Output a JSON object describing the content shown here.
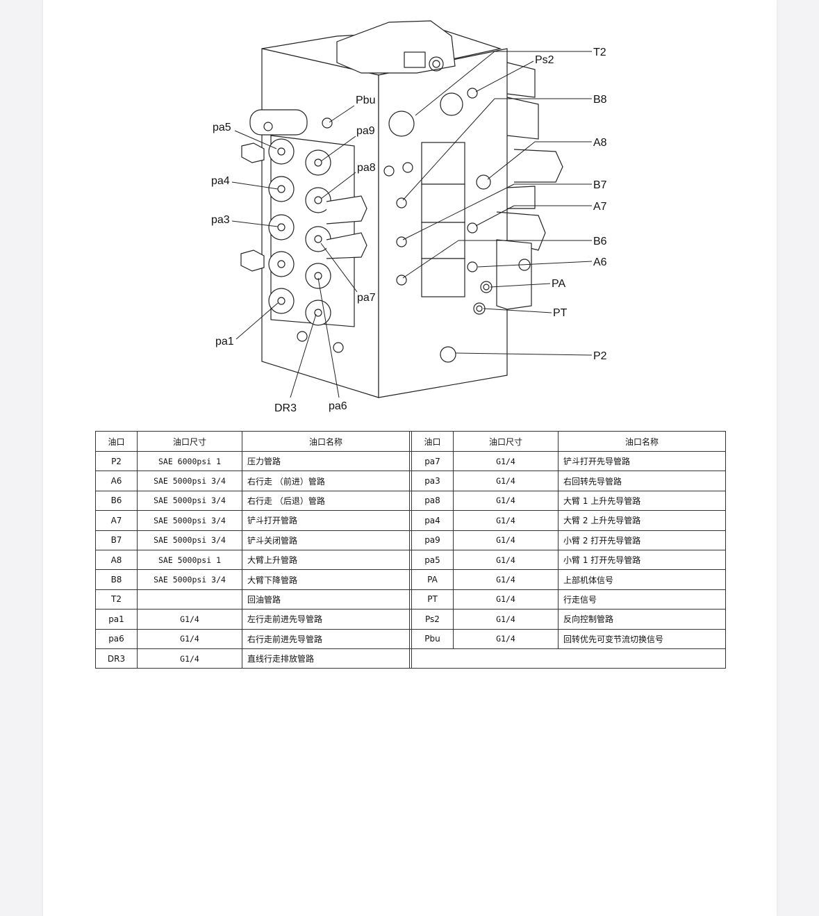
{
  "diagram": {
    "labels": {
      "T2": "T2",
      "Ps2": "Ps2",
      "B8": "B8",
      "A8": "A8",
      "B7": "B7",
      "A7": "A7",
      "B6": "B6",
      "A6": "A6",
      "PA": "PA",
      "PT": "PT",
      "P2": "P2",
      "Pbu": "Pbu",
      "pa5": "pa5",
      "pa9": "pa9",
      "pa8": "pa8",
      "pa4": "pa4",
      "pa3": "pa3",
      "pa7": "pa7",
      "pa1": "pa1",
      "DR3": "DR3",
      "pa6": "pa6"
    }
  },
  "table": {
    "headers": {
      "port": "油口",
      "size": "油口尺寸",
      "name": "油口名称"
    },
    "left": [
      {
        "port": "P2",
        "size": "SAE 6000psi  1",
        "name": "压力管路"
      },
      {
        "port": "A6",
        "size": "SAE 5000psi  3/4",
        "name": "右行走 （前进）管路"
      },
      {
        "port": "B6",
        "size": "SAE 5000psi  3/4",
        "name": "右行走 （后退）管路"
      },
      {
        "port": "A7",
        "size": "SAE 5000psi  3/4",
        "name": "铲斗打开管路"
      },
      {
        "port": "B7",
        "size": "SAE 5000psi  3/4",
        "name": "铲斗关闭管路"
      },
      {
        "port": "A8",
        "size": "SAE 5000psi  1",
        "name": "大臂上升管路"
      },
      {
        "port": "B8",
        "size": "SAE 5000psi  3/4",
        "name": "大臂下降管路"
      },
      {
        "port": "T2",
        "size": "",
        "name": "回油管路"
      },
      {
        "port": "pa1",
        "size": "G1/4",
        "name": "左行走前进先导管路"
      },
      {
        "port": "pa6",
        "size": "G1/4",
        "name": "右行走前进先导管路"
      },
      {
        "port": "DR3",
        "size": "G1/4",
        "name": "直线行走排放管路"
      }
    ],
    "right": [
      {
        "port": "pa7",
        "size": "G1/4",
        "name": "铲斗打开先导管路"
      },
      {
        "port": "pa3",
        "size": "G1/4",
        "name": "右回转先导管路"
      },
      {
        "port": "pa8",
        "size": "G1/4",
        "name": "大臂 1 上升先导管路"
      },
      {
        "port": "pa4",
        "size": "G1/4",
        "name": "大臂 2 上升先导管路"
      },
      {
        "port": "pa9",
        "size": "G1/4",
        "name": "小臂 2 打开先导管路"
      },
      {
        "port": "pa5",
        "size": "G1/4",
        "name": "小臂 1 打开先导管路"
      },
      {
        "port": "PA",
        "size": "G1/4",
        "name": "上部机体信号"
      },
      {
        "port": "PT",
        "size": "G1/4",
        "name": "行走信号"
      },
      {
        "port": "Ps2",
        "size": "G1/4",
        "name": "反向控制管路"
      },
      {
        "port": "Pbu",
        "size": "G1/4",
        "name": "回转优先可变节流切换信号"
      }
    ]
  }
}
